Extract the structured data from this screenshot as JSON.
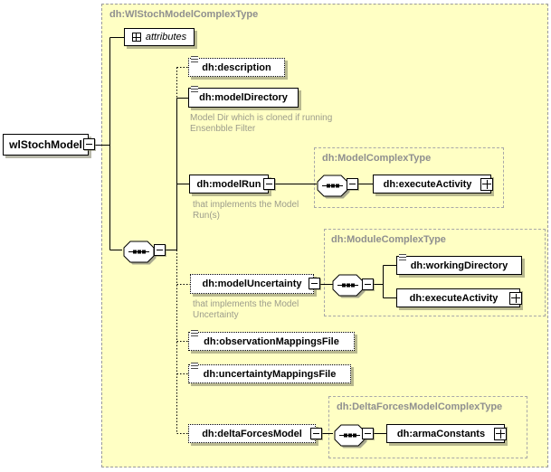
{
  "root_label": "wlStochModel",
  "main_type": {
    "title": "dh:WlStochModelComplexType",
    "attributes_label": "attributes"
  },
  "elements": {
    "description": "dh:description",
    "model_directory": "dh:modelDirectory",
    "model_directory_note": "Model Dir which is cloned if running Ensenbble Filter",
    "model_run": "dh:modelRun",
    "model_run_note": "that implements the Model Run(s)",
    "model_uncertainty": "dh:modelUncertainty",
    "model_uncertainty_note": "that implements the Model Uncertainty",
    "observation_mappings_file": "dh:observationMappingsFile",
    "uncertainty_mappings_file": "dh:uncertaintyMappingsFile",
    "delta_forces_model": "dh:deltaForcesModel",
    "execute_activity": "dh:executeActivity",
    "working_directory": "dh:workingDirectory",
    "arma_constants": "dh:armaConstants"
  },
  "type_boxes": {
    "model_complex_type": "dh:ModelComplexType",
    "module_complex_type": "dh:ModuleComplexType",
    "delta_forces_complex_type": "dh:DeltaForcesModelComplexType"
  },
  "colors": {
    "panel_bg": "#FFFFC4",
    "panel_border": "#9A9A9A",
    "type_title": "#8F8F8F",
    "annotation_text": "#9C9C8C",
    "element_border": "#000000",
    "shadow": "#7D7D64"
  }
}
